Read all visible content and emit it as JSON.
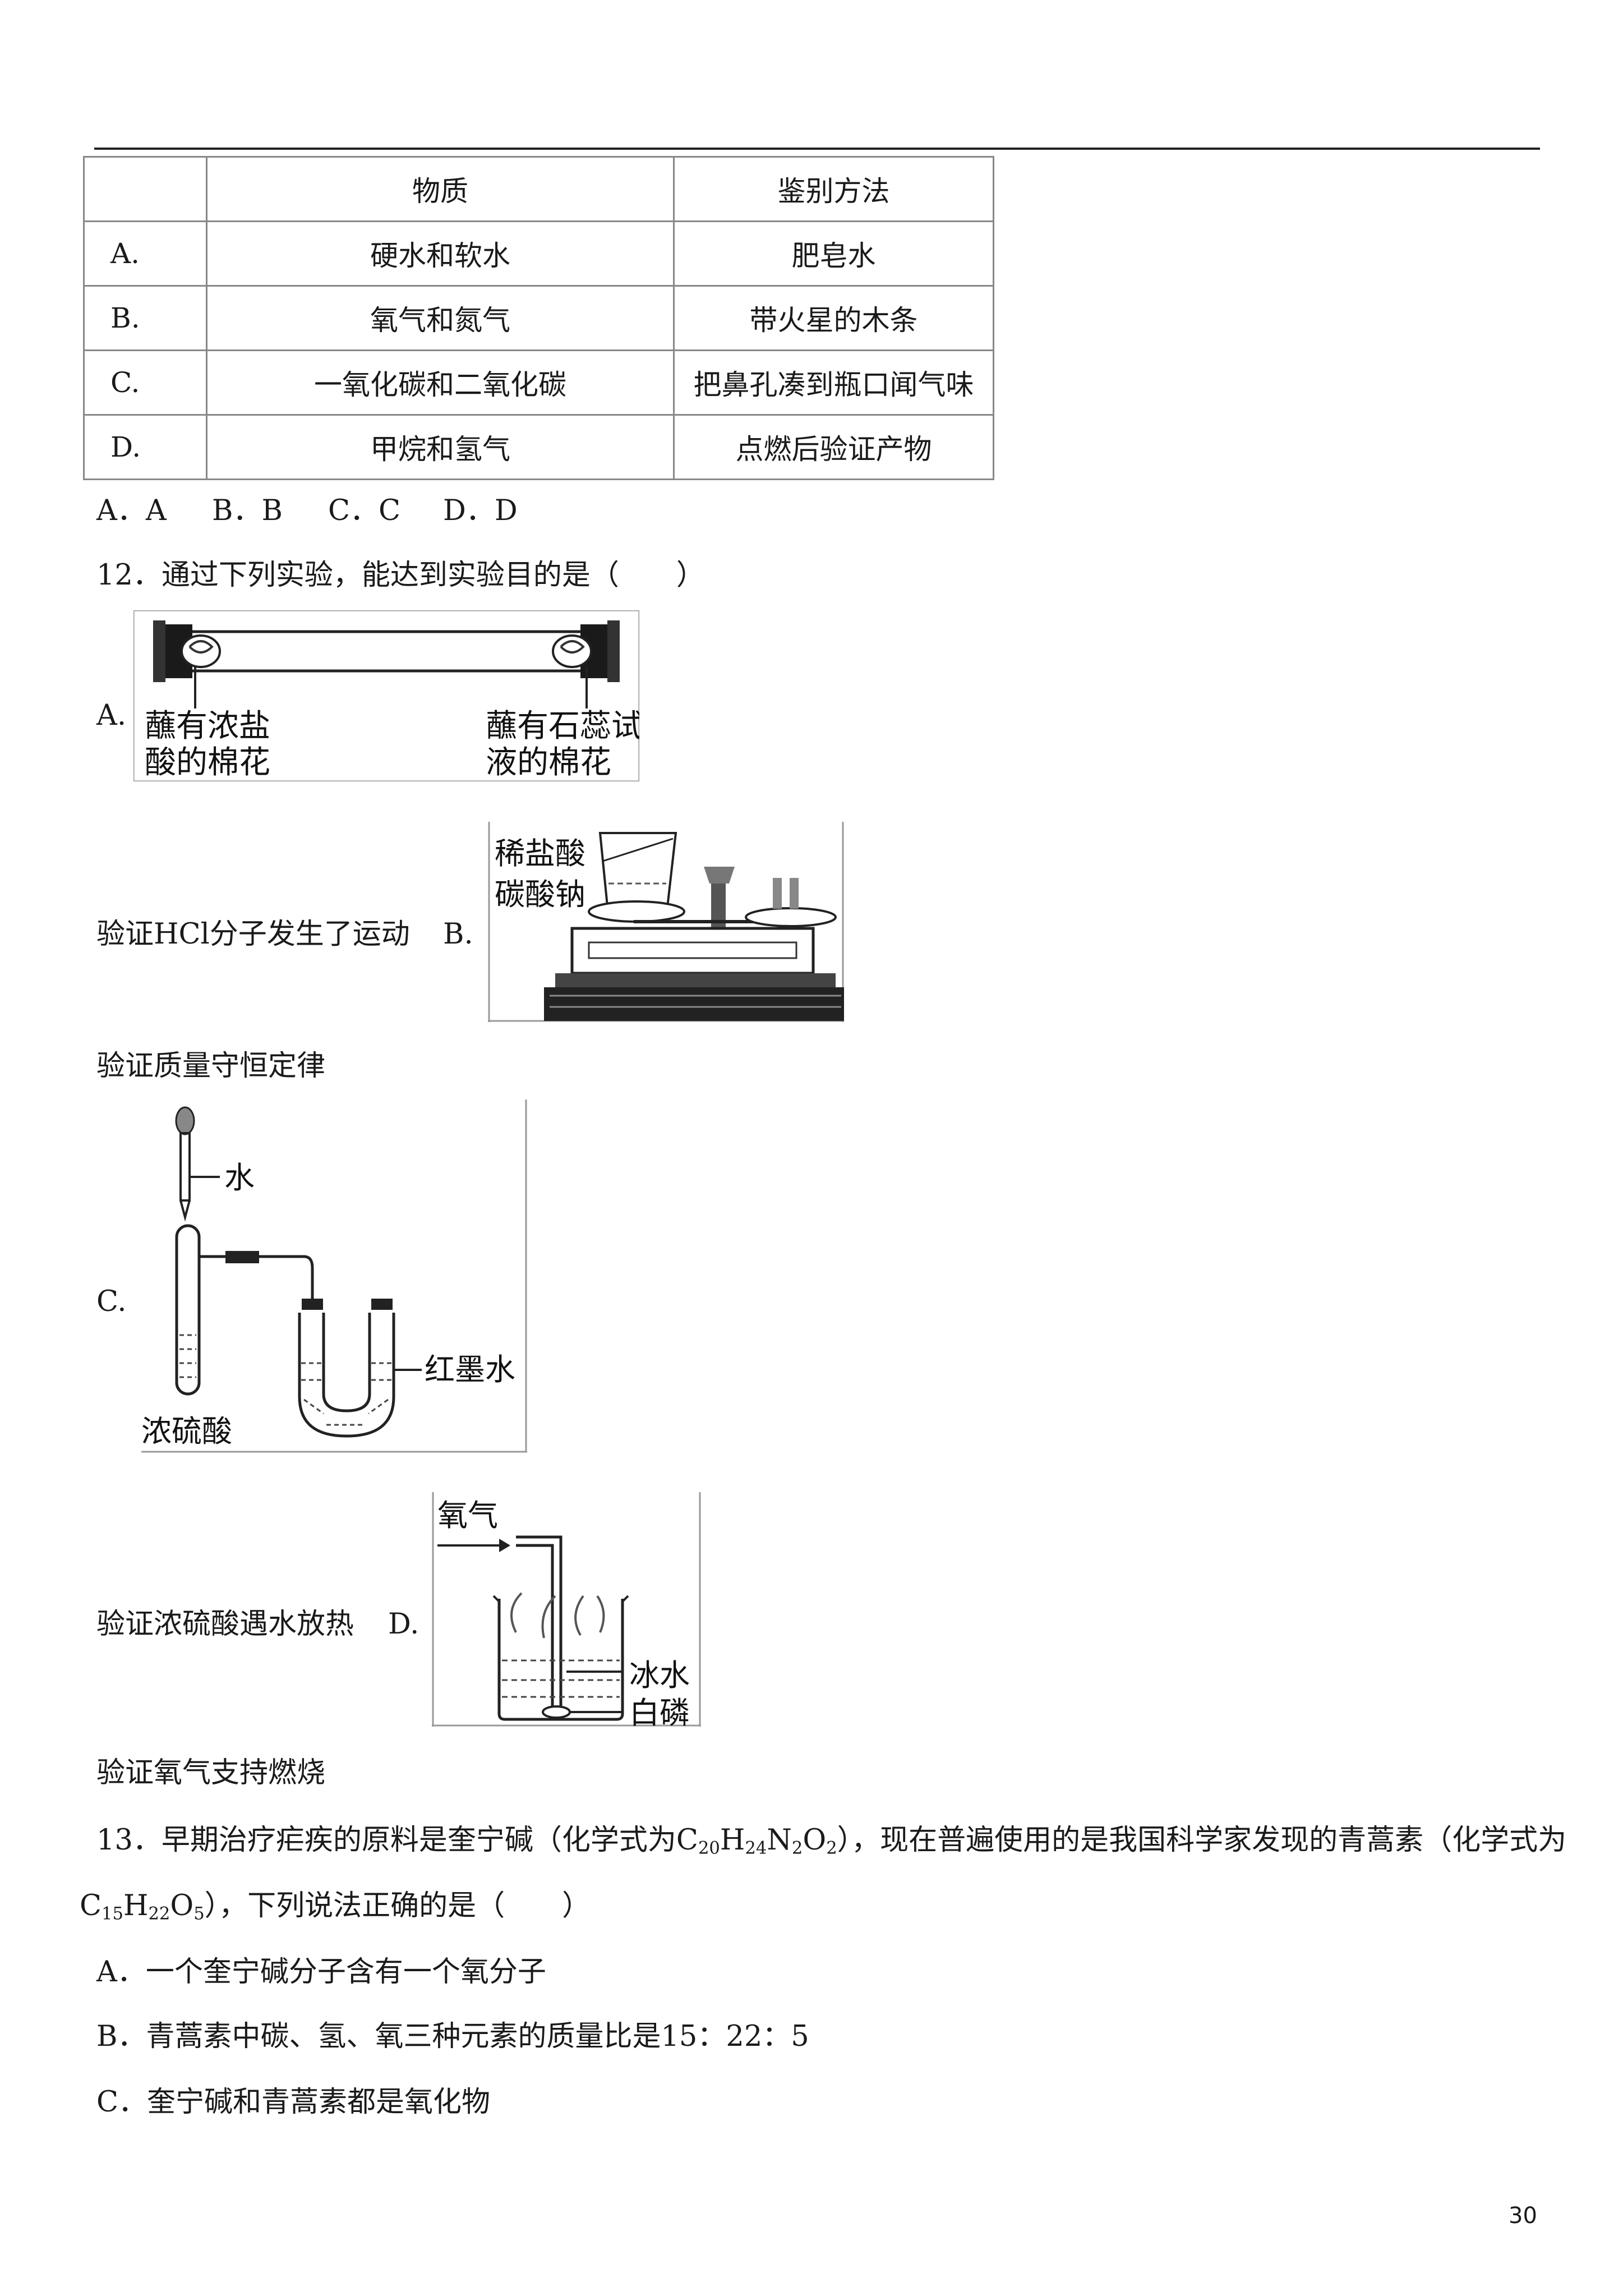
{
  "table": {
    "headers": [
      "",
      "物质",
      "鉴别方法"
    ],
    "rows": [
      {
        "label": "A.",
        "substance": "硬水和软水",
        "method": "肥皂水"
      },
      {
        "label": "B.",
        "substance": "氧气和氮气",
        "method": "带火星的木条"
      },
      {
        "label": "C.",
        "substance": "一氧化碳和二氧化碳",
        "method": "把鼻孔凑到瓶口闻气味"
      },
      {
        "label": "D.",
        "substance": "甲烷和氢气",
        "method": "点燃后验证产物"
      }
    ]
  },
  "q11_options": [
    "A．A",
    "B．B",
    "C．C",
    "D．D"
  ],
  "q12": {
    "stem": "12．通过下列实验，能达到实验目的是（　　）",
    "A": {
      "label": "A.",
      "left_label_1": "蘸有浓盐",
      "left_label_2": "酸的棉花",
      "right_label_1": "蘸有石蕊试",
      "right_label_2": "液的棉花",
      "caption": "验证HCl分子发生了运动"
    },
    "B": {
      "label": "B.",
      "label_1": "稀盐酸",
      "label_2": "碳酸钠",
      "caption": "验证质量守恒定律"
    },
    "C": {
      "label": "C.",
      "label_water": "水",
      "label_red_ink": "红墨水",
      "label_acid": "浓硫酸",
      "caption": "验证浓硫酸遇水放热"
    },
    "D": {
      "label": "D.",
      "label_oxygen": "氧气",
      "label_ice_water": "冰水",
      "label_phosphorus": "白磷",
      "caption": "验证氧气支持燃烧"
    }
  },
  "q13": {
    "stem_1": "13．早期治疗疟疾的原料是奎宁碱（化学式为",
    "formula_1": [
      "C",
      "20",
      "H",
      "24",
      "N",
      "2",
      "O",
      "2"
    ],
    "stem_2": "），现在普遍使用的是我国科学家发现的青蒿素（化学式为",
    "formula_2": [
      "C",
      "15",
      "H",
      "22",
      "O",
      "5"
    ],
    "stem_3": "），下列说法正确的是（　　）",
    "options": [
      "A．一个奎宁碱分子含有一个氧分子",
      "B．青蒿素中碳、氢、氧三种元素的质量比是15：22：5",
      "C．奎宁碱和青蒿素都是氧化物"
    ]
  },
  "page_number": "30"
}
